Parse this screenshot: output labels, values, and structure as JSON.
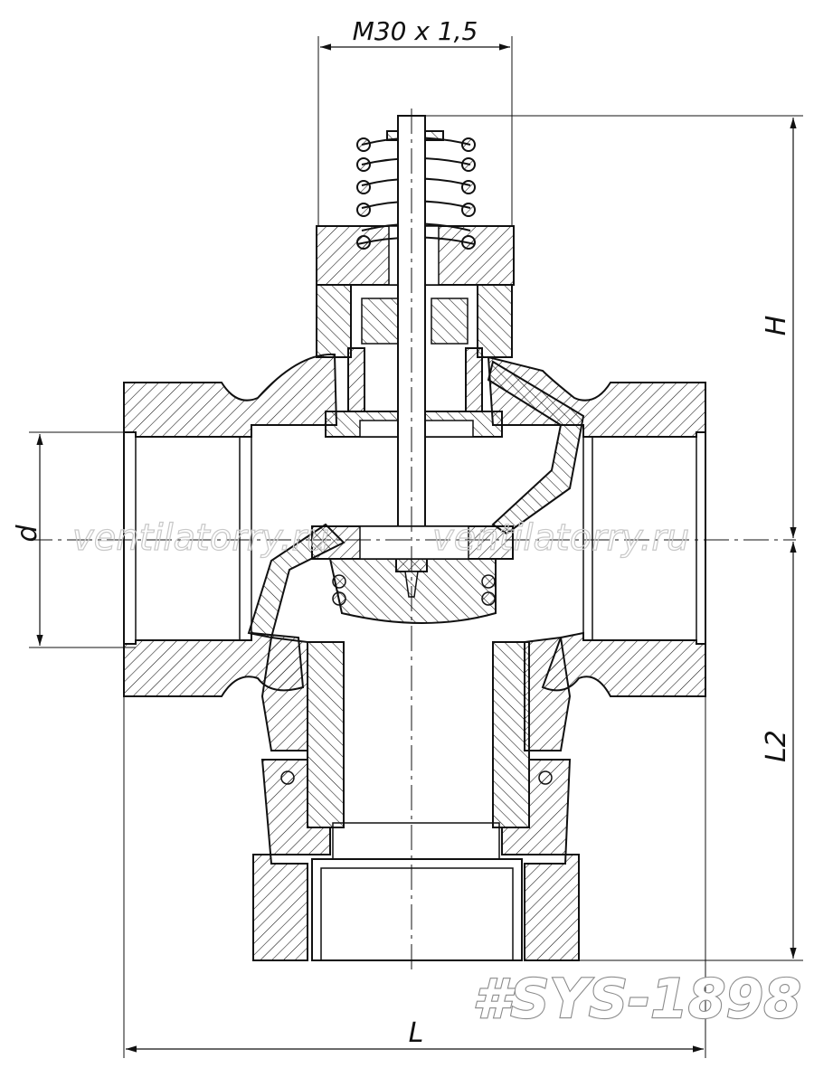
{
  "dimensions": {
    "thread": "M30 x 1,5",
    "height": "H",
    "diameter": "d",
    "lower_length": "L2",
    "length": "L"
  },
  "watermark": {
    "left": "ventilatorry.ru",
    "right": "ventilatorry.ru"
  },
  "tag": "#SYS-1898",
  "colors": {
    "line": "#111111",
    "watermark": "#c8c8c8",
    "tag_outline": "#8a8a8a"
  }
}
